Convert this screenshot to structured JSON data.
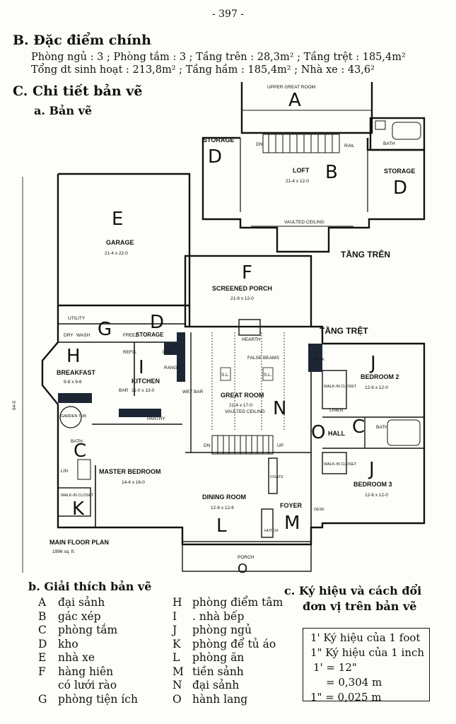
{
  "page_number": "- 397 -",
  "section_b": {
    "title": "B. Đặc điểm chính",
    "line1": "Phòng ngủ : 3 ; Phòng tắm : 3 ; Tầng trên : 28,3m² ; Tầng trệt : 185,4m²",
    "line2": "Tổng dt sinh hoạt : 213,8m² ; Tầng hầm : 185,4m² ; Nhà xe : 43,6²"
  },
  "section_c": {
    "title": "C. Chi tiết bản vẽ",
    "sub_a": "a. Bản vẽ",
    "sub_b": "b. Giải thích bản vẽ",
    "sub_c_line1": "c. Ký hiệu và cách đổi",
    "sub_c_line2": "đơn vị trên bản vẽ"
  },
  "plan": {
    "upper_floor_label": "TẦNG TRÊN",
    "ground_floor_label": "TẦNG TRỆT",
    "overall_dim": "64-0",
    "rooms": {
      "upper_great_room": "UPPER GREAT ROOM",
      "storage_left": "STORAGE",
      "storage_right": "STORAGE",
      "bath_upper": "BATH",
      "loft": "LOFT",
      "loft_dim": "21-4 x 12-0",
      "vaulted_ceiling_upper": "VAULTED CEILING",
      "dn": "DN",
      "rail": "RAIL",
      "garage": "GARAGE",
      "garage_dim": "21-4 x 22-0",
      "screened_porch": "SCREENED PORCH",
      "screened_porch_dim": "21-8 x 12-0",
      "utility": "UTILITY",
      "dry": "DRY",
      "wash": "WASH",
      "freez": "FREEZ",
      "storage_main": "STORAGE",
      "hearth": "HEARTH",
      "false_beams": "FALSE BEAMS",
      "sl1": "S.L.",
      "sl2": "S.L.",
      "breakfast": "BREAKFAST",
      "breakfast_dim": "9-8 x 9-6",
      "refg": "REFG.",
      "dw": "DW",
      "range": "RANGE",
      "kitchen": "KITCHEN",
      "kitchen_dim": "11-0 x 13-0",
      "bar": "BAR",
      "wet_bar": "WET BAR",
      "pantry": "PANTRY",
      "great_room": "GREAT ROOM",
      "great_room_dim": "21-4 x 17-0",
      "vaulted_ceiling": "VAULTED CEILING",
      "garden_tub": "GARDEN TUB",
      "bath_master": "BATH",
      "lin1": "LIN",
      "master_bedroom": "MASTER BEDROOM",
      "master_dim": "14-4 x 16-0",
      "walkin_master": "WALK-IN CLOSET",
      "bedroom2": "BEDROOM 2",
      "bedroom2_dim": "12-6 x 12-0",
      "walkin2": "WALK-IN CLOSET",
      "linen": "LINEN",
      "desk1": "DESK",
      "hall": "HALL",
      "bath_right": "BATH",
      "walkin3": "WALK-IN CLOSET",
      "bedroom3": "BEDROOM 3",
      "bedroom3_dim": "12-6 x 12-0",
      "desk2": "DESK",
      "coats": "COATS",
      "up": "UP",
      "dn2": "DN",
      "dining_room": "DINING ROOM",
      "dining_dim": "12-8 x 12-6",
      "hutch": "HUTCH",
      "foyer": "FOYER",
      "porch": "PORCH",
      "main_floor_plan": "MAIN FLOOR PLAN",
      "sqft": "1996 sq. ft."
    },
    "letters": {
      "a": "A",
      "b": "B",
      "d1": "D",
      "d2": "D",
      "e": "E",
      "f": "F",
      "g": "G",
      "d3": "D",
      "h": "H",
      "i": "I",
      "c1": "C",
      "n": "N",
      "j1": "J",
      "o": "O",
      "c2": "C",
      "j2": "J",
      "k": "K",
      "l": "L",
      "m": "M",
      "o2": "O"
    }
  },
  "legend_left": [
    {
      "key": "A",
      "text": "đại sảnh"
    },
    {
      "key": "B",
      "text": "gác xép"
    },
    {
      "key": "C",
      "text": "phòng tắm"
    },
    {
      "key": "D",
      "text": "kho"
    },
    {
      "key": "E",
      "text": "nhà xe"
    },
    {
      "key": "F",
      "text": "hàng hiên"
    },
    {
      "key": "",
      "text": "có lưới rào"
    },
    {
      "key": "G",
      "text": "phòng tiện ích"
    }
  ],
  "legend_right": [
    {
      "key": "H",
      "text": "phòng điểm tâm"
    },
    {
      "key": "I",
      "text": ". nhà bếp"
    },
    {
      "key": "J",
      "text": "phòng ngủ"
    },
    {
      "key": "K",
      "text": "phòng để tủ áo"
    },
    {
      "key": "L",
      "text": "phòng ăn"
    },
    {
      "key": "M",
      "text": "tiền sảnh"
    },
    {
      "key": "N",
      "text": "đại sảnh"
    },
    {
      "key": "O",
      "text": "hành lang"
    }
  ],
  "conversion": [
    "1' Ký hiệu của 1 foot",
    "1\" Ký hiệu của 1 inch",
    "1' = 12\"",
    "= 0,304 m",
    "1\" = 0,025 m"
  ]
}
